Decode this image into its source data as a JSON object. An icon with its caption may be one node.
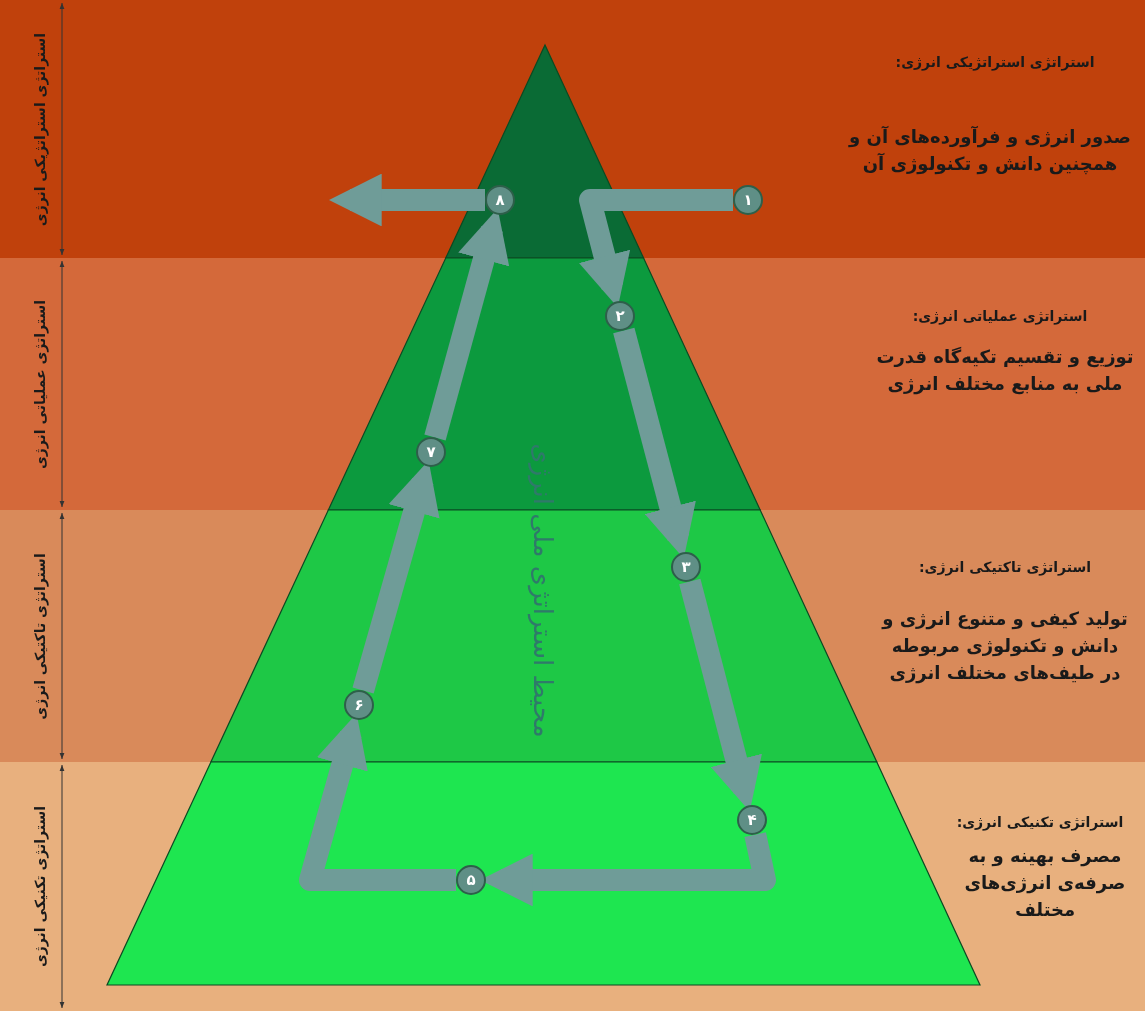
{
  "diagram": {
    "nodes": [
      {
        "text": [
          "۱"
        ]
      },
      {
        "text": [
          "۲"
        ]
      },
      {
        "text": [
          "۳"
        ]
      },
      {
        "text": [
          "۴"
        ]
      },
      {
        "text": [
          "۵"
        ]
      },
      {
        "text": [
          "۶"
        ]
      },
      {
        "text": [
          "۷"
        ]
      },
      {
        "text": [
          "۸"
        ]
      }
    ],
    "edges": [
      {
        "from": 0,
        "to": 1,
        "arrow": "to"
      },
      {
        "from": 1,
        "to": 2,
        "arrow": "to"
      },
      {
        "from": 2,
        "to": 3,
        "arrow": "to"
      },
      {
        "from": 3,
        "to": 4,
        "arrow": "to"
      },
      {
        "from": 4,
        "to": 5,
        "arrow": "to"
      },
      {
        "from": 5,
        "to": 6,
        "arrow": "to"
      },
      {
        "from": 6,
        "to": 7,
        "arrow": "to"
      },
      {
        "from": 7,
        "to": null,
        "arrow": "to"
      }
    ],
    "labels": [
      "استراتژی استراتژیکی انرژی:",
      "صدور انرژی و فرآورده‌های آن و همچنین دانش و تکنولوژی آن",
      "استراتژی عملیاتی انرژی:",
      "توزیع و تقسیم تکیه‌گاه قدرت ملی به منابع مختلف انرژی",
      "استراتژی تاکتیکی انرژی:",
      "تولید کیفی و متنوع انرژی و دانش و تکنولوژی مربوطه در طیف‌های مختلف انرژی",
      "استراتژی تکنیکی انرژی:",
      "مصرف بهینه و به صرفه‌ی انرژی‌های مختلف",
      "استراتژی استراتژیکی انرژی",
      "استراتژی عملیاتی انرژی",
      "استراتژی تاکتیکی انرژی",
      "استراتژی تکنیکی انرژی",
      "محیط استراتژی ملی انرژی"
    ]
  }
}
